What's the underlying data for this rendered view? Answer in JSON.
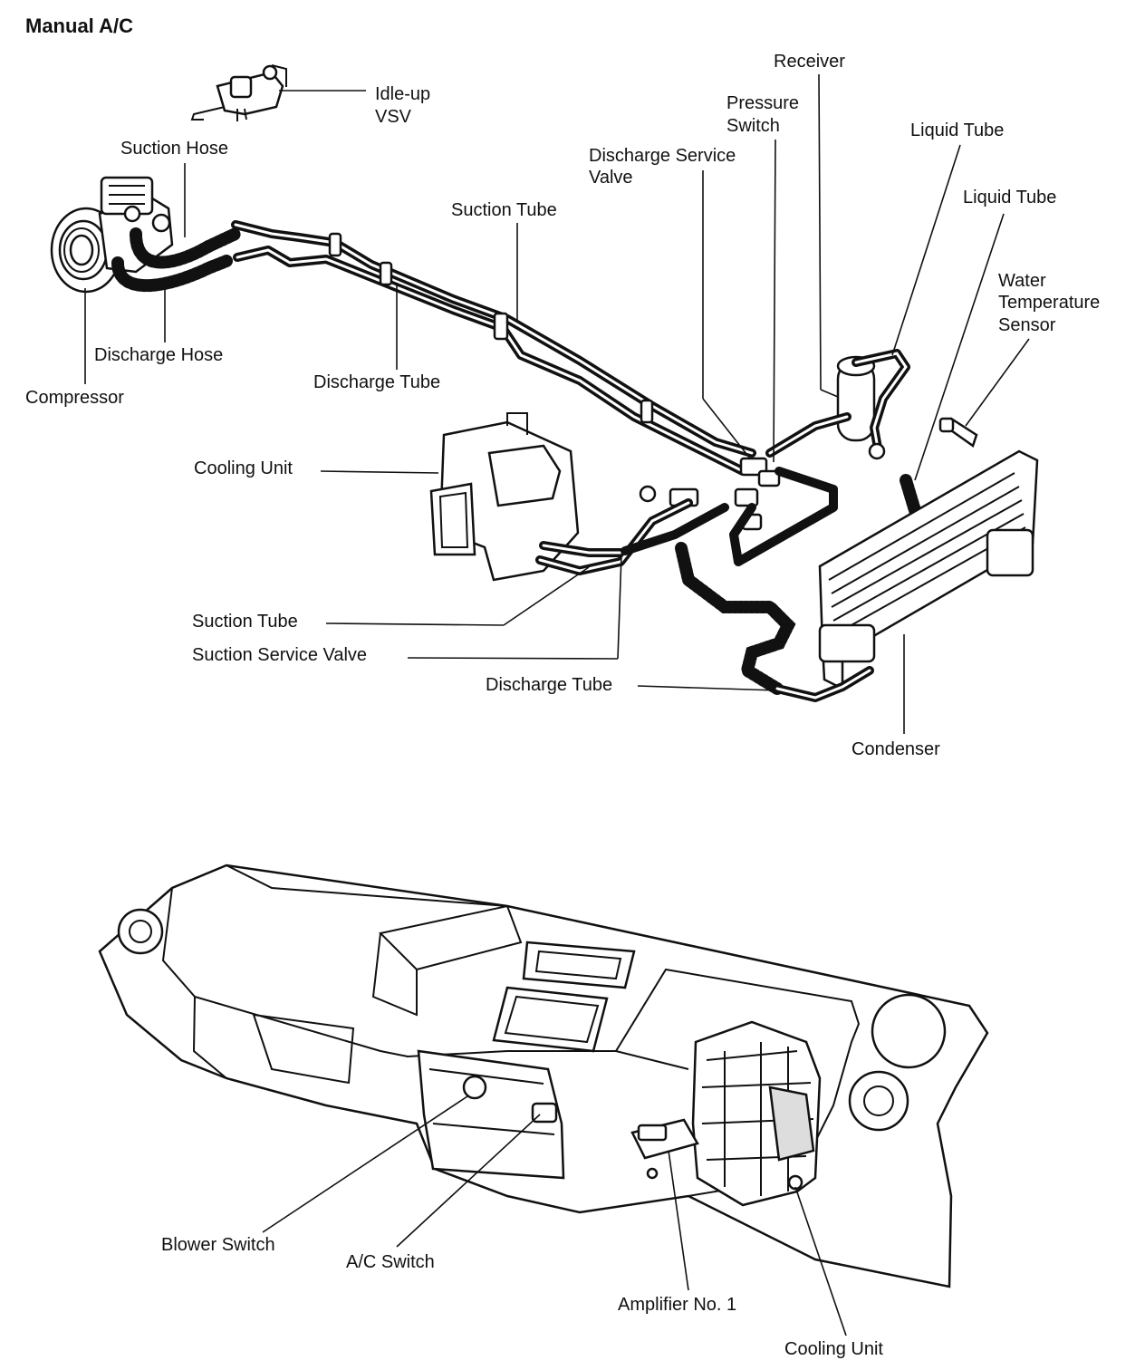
{
  "title": "Manual A/C",
  "labels": {
    "idle_up_vsv_1": "Idle-up",
    "idle_up_vsv_2": "VSV",
    "receiver": "Receiver",
    "pressure_switch_1": "Pressure",
    "pressure_switch_2": "Switch",
    "suction_hose": "Suction Hose",
    "discharge_service_valve_1": "Discharge Service",
    "discharge_service_valve_2": "Valve",
    "liquid_tube_upper": "Liquid Tube",
    "liquid_tube_lower": "Liquid Tube",
    "suction_tube_upper": "Suction Tube",
    "water_temp_sensor_1": "Water",
    "water_temp_sensor_2": "Temperature",
    "water_temp_sensor_3": "Sensor",
    "discharge_hose": "Discharge Hose",
    "discharge_tube_upper": "Discharge Tube",
    "compressor": "Compressor",
    "cooling_unit_upper": "Cooling Unit",
    "suction_tube_lower": "Suction Tube",
    "suction_service_valve": "Suction Service Valve",
    "discharge_tube_lower": "Discharge Tube",
    "condenser": "Condenser",
    "blower_switch": "Blower Switch",
    "ac_switch": "A/C Switch",
    "amplifier_no1": "Amplifier No. 1",
    "cooling_unit_lower": "Cooling Unit"
  }
}
